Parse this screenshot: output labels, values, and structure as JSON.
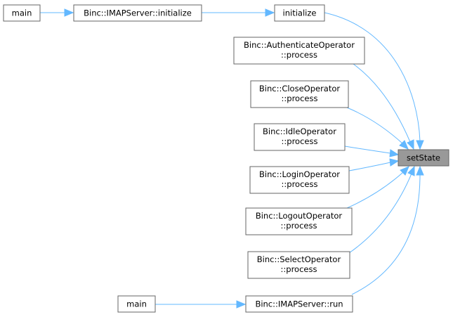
{
  "graph": {
    "nodes": {
      "main_top": {
        "lines": [
          "main"
        ]
      },
      "imap_initialize": {
        "lines": [
          "Binc::IMAPServer::initialize"
        ]
      },
      "initialize": {
        "lines": [
          "initialize"
        ]
      },
      "auth_process": {
        "lines": [
          "Binc::AuthenticateOperator",
          "::process"
        ]
      },
      "close_process": {
        "lines": [
          "Binc::CloseOperator",
          "::process"
        ]
      },
      "idle_process": {
        "lines": [
          "Binc::IdleOperator",
          "::process"
        ]
      },
      "login_process": {
        "lines": [
          "Binc::LoginOperator",
          "::process"
        ]
      },
      "logout_process": {
        "lines": [
          "Binc::LogoutOperator",
          "::process"
        ]
      },
      "select_process": {
        "lines": [
          "Binc::SelectOperator",
          "::process"
        ]
      },
      "imap_run": {
        "lines": [
          "Binc::IMAPServer::run"
        ]
      },
      "main_bottom": {
        "lines": [
          "main"
        ]
      },
      "set_state": {
        "lines": [
          "setState"
        ]
      }
    },
    "edges": [
      {
        "from": "main_top",
        "to": "imap_initialize"
      },
      {
        "from": "imap_initialize",
        "to": "initialize"
      },
      {
        "from": "main_bottom",
        "to": "imap_run"
      },
      {
        "from": "initialize",
        "to": "set_state"
      },
      {
        "from": "auth_process",
        "to": "set_state"
      },
      {
        "from": "close_process",
        "to": "set_state"
      },
      {
        "from": "idle_process",
        "to": "set_state"
      },
      {
        "from": "login_process",
        "to": "set_state"
      },
      {
        "from": "logout_process",
        "to": "set_state"
      },
      {
        "from": "select_process",
        "to": "set_state"
      },
      {
        "from": "imap_run",
        "to": "set_state"
      }
    ],
    "colors": {
      "edge": "#63b8ff",
      "node_border": "#666666",
      "node_fill": "#ffffff",
      "active_fill": "#999999"
    }
  }
}
